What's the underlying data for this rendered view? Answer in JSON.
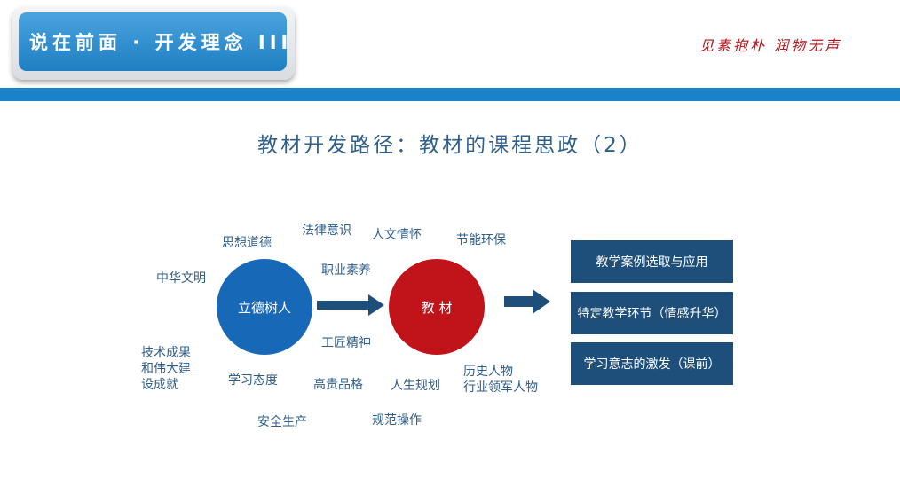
{
  "header": {
    "title": "说在前面 · 开发理念 III",
    "slogan": "见素抱朴  润物无声"
  },
  "main": {
    "title": "教材开发路径：教材的课程思政（2）"
  },
  "diagram": {
    "center_left": "立德树人",
    "center_right": "教 材",
    "keywords": {
      "fazhi": "法律意识",
      "renwen": "人文情怀",
      "jieneng": "节能环保",
      "sixiang": "思想道德",
      "zhiye": "职业素养",
      "zhonghua": "中华文明",
      "gongjiang": "工匠精神",
      "jishu": "技术成果\n和伟大建\n设成就",
      "xuexi": "学习态度",
      "gaogui": "高贵品格",
      "rensheng": "人生规划",
      "lishi": "历史人物\n行业领军人物",
      "anquan": "安全生产",
      "guifan": "规范操作"
    },
    "boxes": [
      "教学案例选取与应用",
      "特定教学环节（情感升华）",
      "学习意志的激发（课前）"
    ]
  },
  "colors": {
    "accent_blue": "#1a82c9",
    "circle_blue": "#1769b8",
    "circle_red": "#c0131a",
    "box_navy": "#1e4f7a",
    "slogan_red": "#b3141b"
  }
}
